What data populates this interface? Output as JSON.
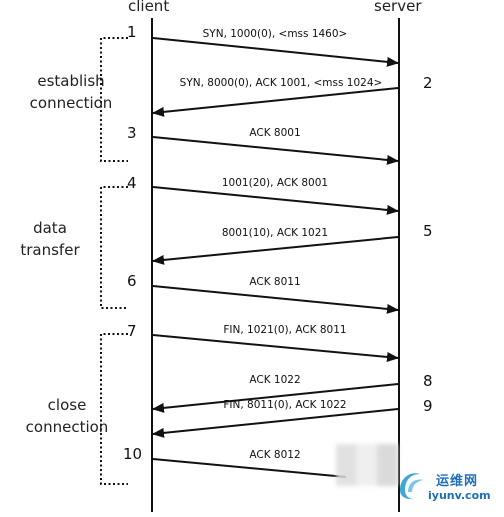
{
  "headers": {
    "client": "client",
    "server": "server"
  },
  "phases": [
    {
      "line1": "establish",
      "line2": "connection"
    },
    {
      "line1": "data",
      "line2": "transfer"
    },
    {
      "line1": "close",
      "line2": "connection"
    }
  ],
  "messages": [
    {
      "seq": "1",
      "label": "SYN, 1000(0), <mss 1460>",
      "direction": "client-to-server"
    },
    {
      "seq": "2",
      "label": "SYN, 8000(0), ACK 1001, <mss 1024>",
      "direction": "server-to-client"
    },
    {
      "seq": "3",
      "label": "ACK 8001",
      "direction": "client-to-server"
    },
    {
      "seq": "4",
      "label": "1001(20), ACK 8001",
      "direction": "client-to-server"
    },
    {
      "seq": "5",
      "label": "8001(10), ACK 1021",
      "direction": "server-to-client"
    },
    {
      "seq": "6",
      "label": "ACK 8011",
      "direction": "client-to-server"
    },
    {
      "seq": "7",
      "label": "FIN, 1021(0), ACK 8011",
      "direction": "client-to-server"
    },
    {
      "seq": "8",
      "label": "ACK 1022",
      "direction": "server-to-client"
    },
    {
      "seq": "9",
      "label": "FIN, 8011(0), ACK 1022",
      "direction": "server-to-client"
    },
    {
      "seq": "10",
      "label": "ACK 8012",
      "direction": "client-to-server"
    }
  ],
  "watermark": {
    "brand": "运维网",
    "url": "iyunv.com"
  }
}
